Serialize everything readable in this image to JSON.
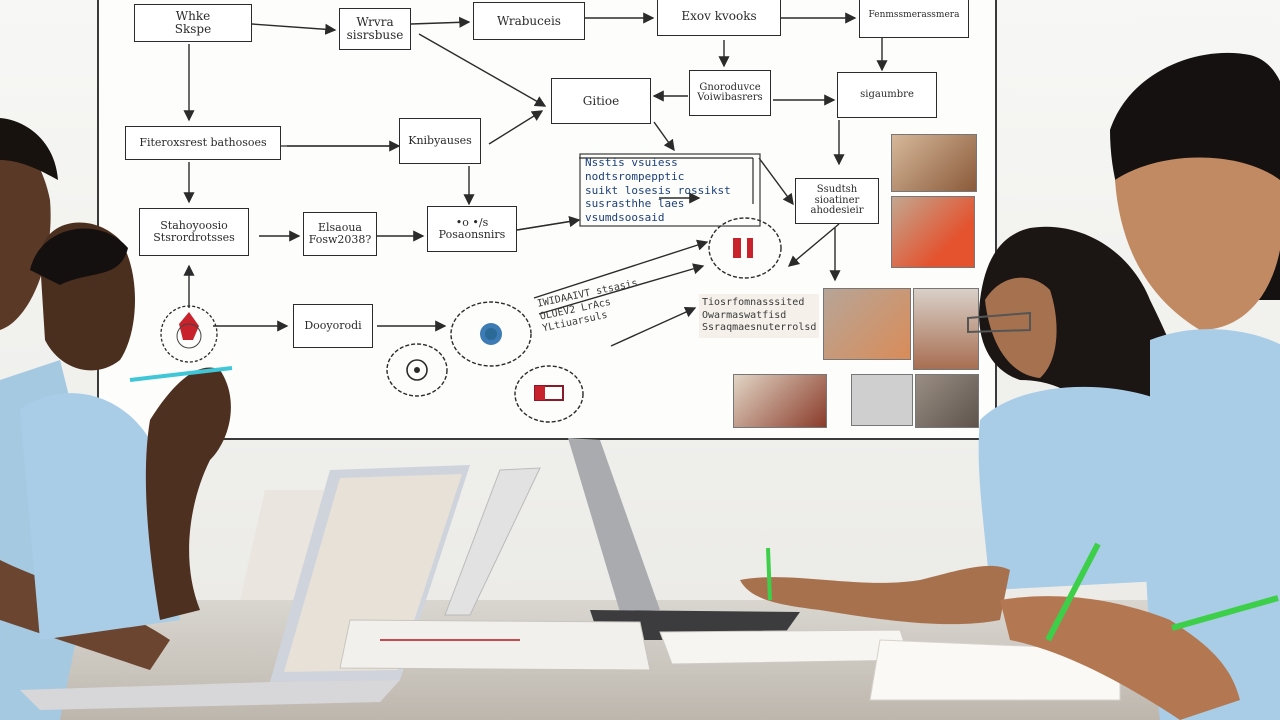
{
  "flowchart": {
    "boxes": [
      {
        "id": "b1",
        "text": "Whke\nSkspe"
      },
      {
        "id": "b2",
        "text": "Wrvra\nsisrsbuse"
      },
      {
        "id": "b3",
        "text": "Wrabuceis"
      },
      {
        "id": "b4",
        "text": "Exov kvooks"
      },
      {
        "id": "b5",
        "text": "Fenmssmerassmera"
      },
      {
        "id": "b6",
        "text": "Gitioe"
      },
      {
        "id": "b7",
        "text": "Gnoroduvce\nVoiwibasrers"
      },
      {
        "id": "b8",
        "text": "Fiteroxsrest bathosoes"
      },
      {
        "id": "b9",
        "text": "Knibyauses"
      },
      {
        "id": "b10",
        "text": "Stahoyoosio\nStsrordrotsses"
      },
      {
        "id": "b11",
        "text": "Elsaoua\nFosw2038?"
      },
      {
        "id": "b12",
        "text": "•o •/s\nPosaonsnirs"
      },
      {
        "id": "b13",
        "text": "Ssudtsh\nsioatiner\nahodesieir"
      },
      {
        "id": "b14",
        "text": "Dooyorodi"
      },
      {
        "id": "b15",
        "text": "sigaumbre"
      }
    ],
    "notes": [
      {
        "id": "n1",
        "text": "Nsstis vsuiess\nnodtsrompepptic\nsuikt losesis rossikst\nsusrasthhe laes\nvsumdsoosaid"
      },
      {
        "id": "n2",
        "text": "IWIDAAIVT stsasis\nOLUEV2 LrAcs\nYLtiuarsuls"
      },
      {
        "id": "n3",
        "text": "Tiosrfomnasssited\nOwarmaswatfisd\nSsraqmaesnuterrolsd"
      }
    ]
  },
  "colors": {
    "board": "#fdfdfb",
    "scrubs": "#a9cde6",
    "accent_red": "#c8222c",
    "pen_green": "#3ecf4a",
    "note_ink": "#1d3f7a"
  },
  "icons": [
    "doodle-red-figure",
    "doodle-globe",
    "doodle-eye",
    "doodle-book",
    "doodle-heart-cloud"
  ]
}
